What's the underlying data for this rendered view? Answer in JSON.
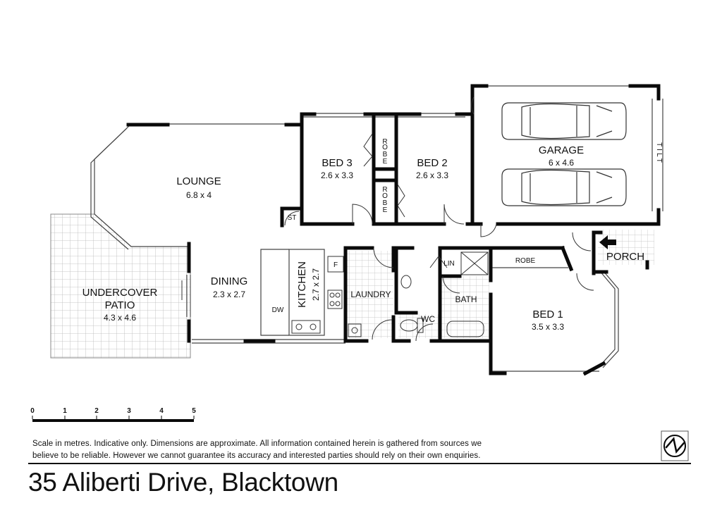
{
  "rooms": {
    "lounge": {
      "name": "LOUNGE",
      "size": "6.8 x 4"
    },
    "bed3": {
      "name": "BED 3",
      "size": "2.6 x 3.3"
    },
    "bed2": {
      "name": "BED 2",
      "size": "2.6 x 3.3"
    },
    "garage": {
      "name": "GARAGE",
      "size": "6 x 4.6",
      "tilt_label": "TILT"
    },
    "patio": {
      "name_line1": "UNDERCOVER",
      "name_line2": "PATIO",
      "size": "4.3 x 4.6"
    },
    "dining": {
      "name": "DINING",
      "size": "2.3 x 2.7"
    },
    "kitchen": {
      "name": "KITCHEN",
      "size": "2.7 x 2.7"
    },
    "laundry": {
      "name": "LAUNDRY"
    },
    "bath": {
      "name": "BATH"
    },
    "wc": {
      "name": "WC"
    },
    "bed1": {
      "name": "BED 1",
      "size": "3.5 x 3.3"
    },
    "porch": {
      "name": "PORCH"
    }
  },
  "fixtures": {
    "robe": "ROBE",
    "robe_letters": [
      "R",
      "O",
      "B",
      "E"
    ],
    "store": "ST",
    "linen": "LIN",
    "dishwasher": "DW",
    "fridge": "F"
  },
  "scale_bar": {
    "ticks": [
      "0",
      "1",
      "2",
      "3",
      "4",
      "5"
    ],
    "units": "metres"
  },
  "disclaimer": {
    "line1": "Scale in metres. Indicative only. Dimensions are approximate.  All information contained herein is gathered from sources we",
    "line2": "believe to be reliable. However we cannot guarantee its accuracy and interested parties should rely on their own enquiries."
  },
  "address": "35 Aliberti Drive, Blacktown",
  "compass": {
    "letter": "N"
  }
}
